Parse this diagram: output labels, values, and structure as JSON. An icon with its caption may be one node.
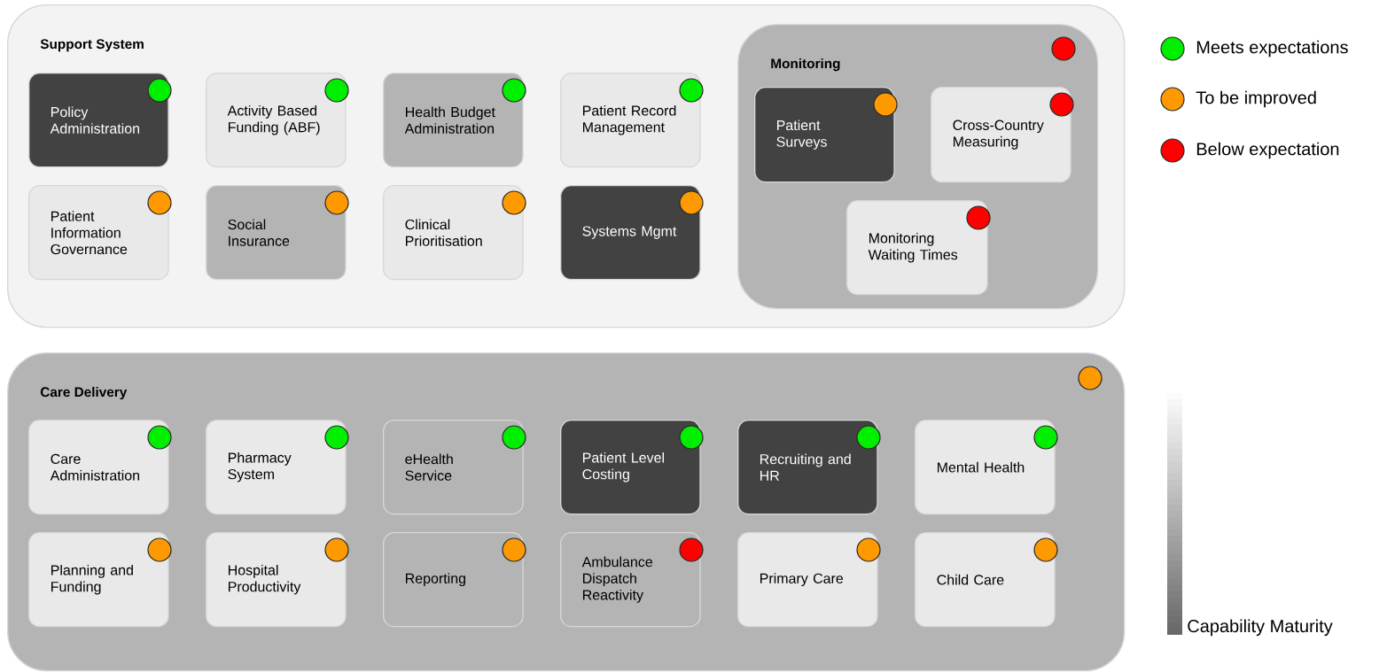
{
  "diagram": {
    "nodes": [
      {
        "text": [
          "Support System"
        ]
      },
      {
        "text": [
          "Policy Administration"
        ],
        "in": 0
      },
      {
        "text": [
          "Activity Based Funding (ABF)"
        ],
        "in": 0
      },
      {
        "text": [
          "Health Budget Administration"
        ],
        "in": 0
      },
      {
        "text": [
          "Patient Record Management"
        ],
        "in": 0
      },
      {
        "text": [
          "Patient Information Governance"
        ],
        "in": 0
      },
      {
        "text": [
          "Social Insurance"
        ],
        "in": 0
      },
      {
        "text": [
          "Clinical Prioritisation"
        ],
        "in": 0
      },
      {
        "text": [
          "Systems Mgmt"
        ],
        "in": 0
      },
      {
        "text": [
          "Monitoring"
        ],
        "in": 0
      },
      {
        "text": [
          "Patient Surveys"
        ],
        "in": 9
      },
      {
        "text": [
          "Cross-Country Measuring"
        ],
        "in": 9
      },
      {
        "text": [
          "Monitoring Waiting Times"
        ],
        "in": 9
      },
      {
        "text": [
          "Care Delivery"
        ]
      },
      {
        "text": [
          "Care Administration"
        ],
        "in": 13
      },
      {
        "text": [
          "Pharmacy System"
        ],
        "in": 13
      },
      {
        "text": [
          "eHealth Service"
        ],
        "in": 13
      },
      {
        "text": [
          "Patient Level Costing"
        ],
        "in": 13
      },
      {
        "text": [
          "Recruiting and HR"
        ],
        "in": 13
      },
      {
        "text": [
          "Mental Health"
        ],
        "in": 13
      },
      {
        "text": [
          "Planning and Funding"
        ],
        "in": 13
      },
      {
        "text": [
          "Hospital Productivity"
        ],
        "in": 13
      },
      {
        "text": [
          "Reporting"
        ],
        "in": 13
      },
      {
        "text": [
          "Ambulance Dispatch Reactivity"
        ],
        "in": 13
      },
      {
        "text": [
          "Primary Care"
        ],
        "in": 13
      },
      {
        "text": [
          "Child Care"
        ],
        "in": 13
      }
    ],
    "legend": [
      {
        "text": "Meets expectations",
        "color": "#00ee00"
      },
      {
        "text": "To be improved",
        "color": "#ff9900"
      },
      {
        "text": "Below expectation",
        "color": "#ff0000"
      },
      {
        "text": "Capability Maturity"
      }
    ]
  }
}
